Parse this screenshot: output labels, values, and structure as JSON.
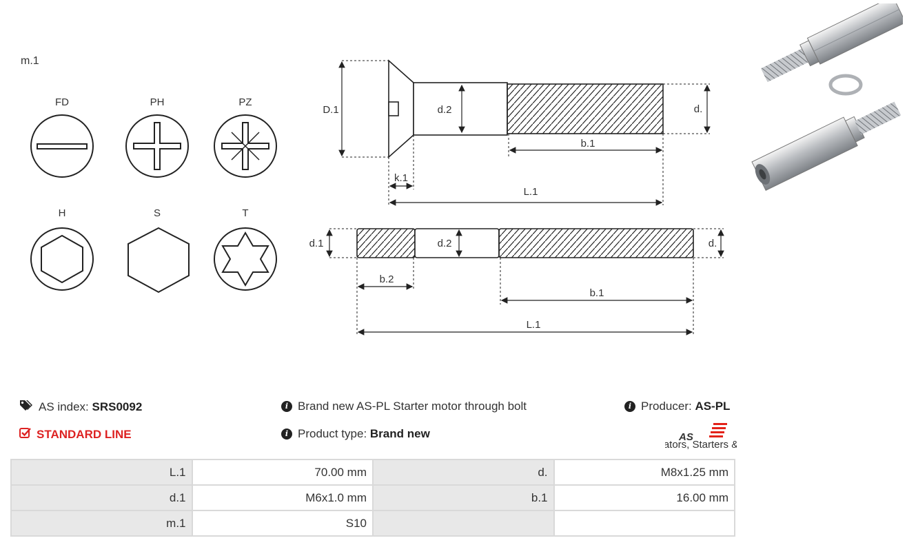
{
  "diagram": {
    "m1_label": "m.1",
    "heads": [
      {
        "code": "FD"
      },
      {
        "code": "PH"
      },
      {
        "code": "PZ"
      },
      {
        "code": "H"
      },
      {
        "code": "S"
      },
      {
        "code": "T"
      }
    ],
    "bolt_labels": {
      "D1": "D.1",
      "d2": "d.2",
      "d": "d.",
      "b1": "b.1",
      "k1": "k.1",
      "L1": "L.1"
    },
    "stud_labels": {
      "d1": "d.1",
      "d2": "d.2",
      "d": "d.",
      "b2": "b.2",
      "b1": "b.1",
      "L1": "L.1"
    }
  },
  "info": {
    "as_index_label": "AS index:",
    "as_index_value": "SRS0092",
    "standard_line": "STANDARD LINE",
    "description": "Brand new AS-PL Starter motor through bolt",
    "product_type_label": "Product type:",
    "product_type_value": "Brand new",
    "producer_label": "Producer:",
    "producer_value": "AS-PL",
    "logo_text": "AS",
    "logo_tagline": "Alternators, Starters & Parts"
  },
  "colors": {
    "accent": "#e32219",
    "table_key_bg": "#e8e8e8",
    "table_border": "#d9d9d9"
  },
  "specs": [
    {
      "k1": "L.1",
      "v1": "70.00 mm",
      "k2": "d.",
      "v2": "M8x1.25 mm"
    },
    {
      "k1": "d.1",
      "v1": "M6x1.0 mm",
      "k2": "b.1",
      "v2": "16.00 mm"
    },
    {
      "k1": "m.1",
      "v1": "S10",
      "k2": "",
      "v2": ""
    }
  ]
}
